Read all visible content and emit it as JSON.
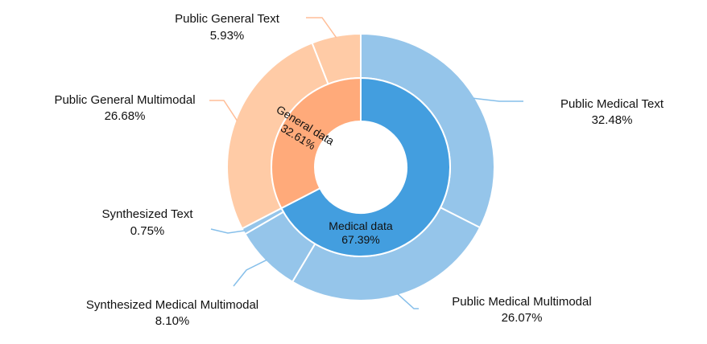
{
  "chart_data": {
    "type": "pie",
    "subtype": "nested-donut",
    "inner_ring": [
      {
        "name": "Medical data",
        "value": 67.39,
        "display": "67.39%",
        "color": "#439EDF"
      },
      {
        "name": "General data",
        "value": 32.61,
        "display": "32.61%",
        "color": "#FFAA7A"
      }
    ],
    "outer_ring": [
      {
        "name": "Public Medical Text",
        "value": 32.48,
        "display": "32.48%",
        "color": "#95C5EA",
        "group": "Medical data"
      },
      {
        "name": "Public Medical Multimodal",
        "value": 26.07,
        "display": "26.07%",
        "color": "#95C5EA",
        "group": "Medical data"
      },
      {
        "name": "Synthesized Medical Multimodal",
        "value": 8.1,
        "display": "8.10%",
        "color": "#95C5EA",
        "group": "Medical data"
      },
      {
        "name": "Synthesized Text",
        "value": 0.75,
        "display": "0.75%",
        "color": "#95C5EA",
        "group": "Medical data"
      },
      {
        "name": "Public General Multimodal",
        "value": 26.68,
        "display": "26.68%",
        "color": "#FFCBA6",
        "group": "General data"
      },
      {
        "name": "Public General Text",
        "value": 5.93,
        "display": "5.93%",
        "color": "#FFCBA6",
        "group": "General data"
      }
    ],
    "leader_line_colors": {
      "medical": "#86BFEA",
      "general": "#FFBE98"
    }
  }
}
